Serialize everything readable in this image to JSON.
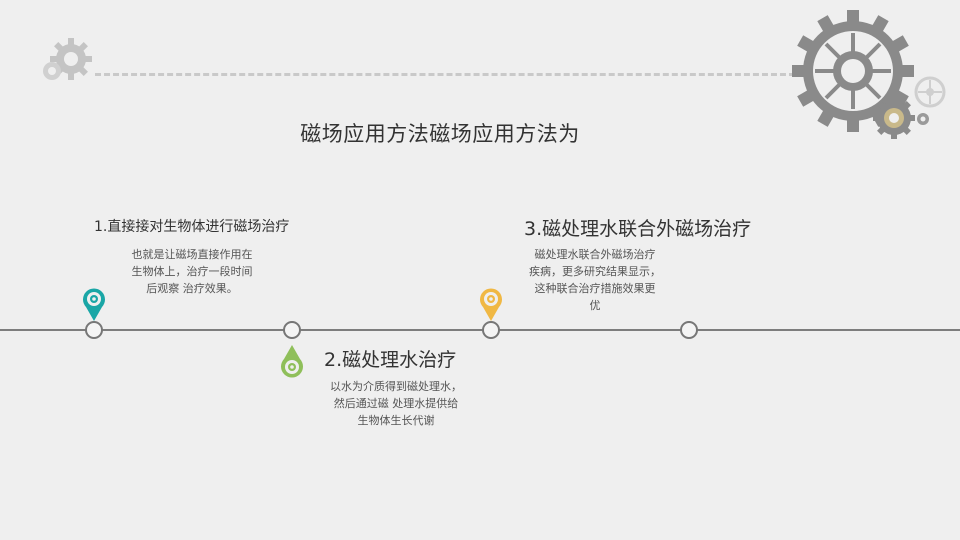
{
  "slide": {
    "title": "磁场应用方法磁场应用方法为"
  },
  "items": [
    {
      "title": "1.直接接对生物体进行磁场治疗",
      "desc_lines": [
        "也就是让磁场直接作用在",
        "生物体上，治疗一段时间",
        "后观察 治疗效果。"
      ],
      "color": "#1aa6a6"
    },
    {
      "title": "2.磁处理水治疗",
      "desc_lines": [
        "以水为介质得到磁处理水，",
        "然后通过磁 处理水提供给",
        "生物体生长代谢"
      ],
      "color": "#8fbf5a"
    },
    {
      "title": "3.磁处理水联合外磁场治疗",
      "desc_lines": [
        "磁处理水联合外磁场治疗",
        "疾病，更多研究结果显示，",
        "这种联合治疗措施效果更",
        "优"
      ],
      "color": "#f0b844"
    }
  ],
  "icons": {
    "gear_large": "gear-icon",
    "gear_small": "gear-icon",
    "pin": "map-pin-icon"
  },
  "colors": {
    "background": "#efefef",
    "line": "#7d7d7d",
    "gear": "#8a8a8a"
  }
}
